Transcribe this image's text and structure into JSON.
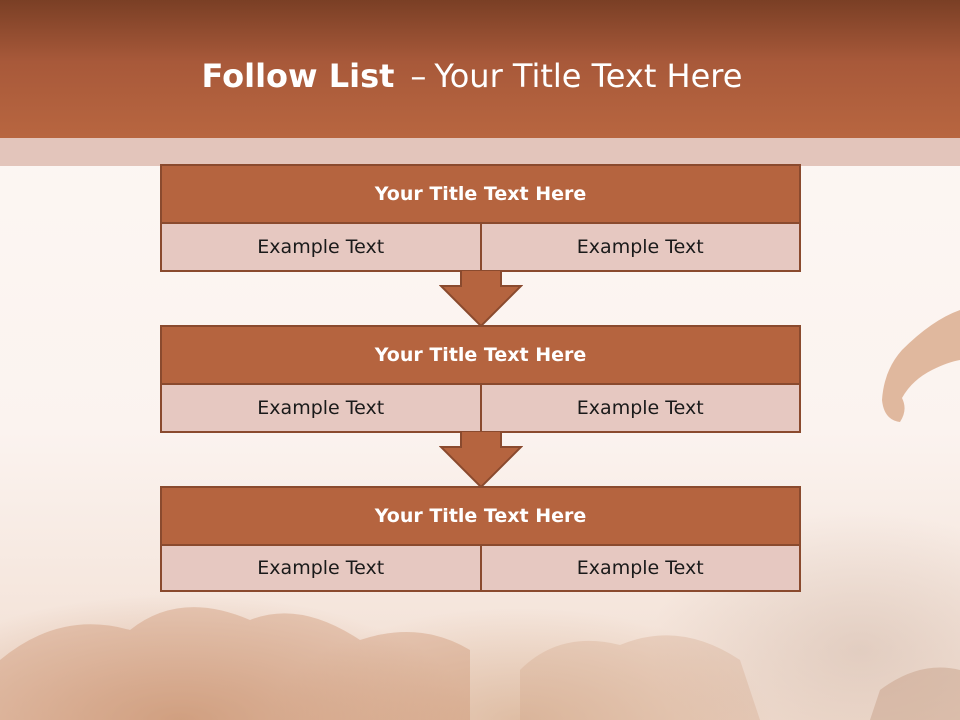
{
  "slide": {
    "title_bold": "Follow List",
    "title_separator": "–",
    "title_rest": "Your Title Text Here"
  },
  "blocks": [
    {
      "title": "Your Title Text Here",
      "cells": [
        "Example Text",
        "Example Text"
      ]
    },
    {
      "title": "Your Title Text Here",
      "cells": [
        "Example Text",
        "Example Text"
      ]
    },
    {
      "title": "Your Title Text Here",
      "cells": [
        "Example Text",
        "Example Text"
      ]
    }
  ],
  "colors": {
    "header_dark": "#7a3f25",
    "header_light": "#b86640",
    "block_head": "#b5643f",
    "block_body": "#e6c8c1",
    "border": "#8a4a2e"
  }
}
